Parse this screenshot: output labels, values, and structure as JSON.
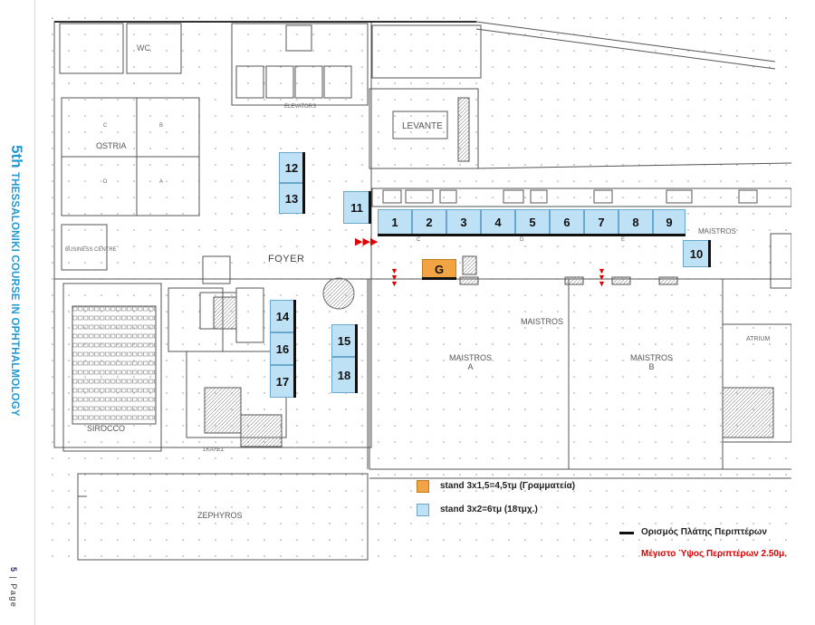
{
  "sidebar": {
    "number": "5th",
    "title": "THESSALONIKI COURSE IN OPHTHALMOLOGY",
    "page_number": "5",
    "page_sep": "|",
    "page_word": "Page"
  },
  "rooms": {
    "ostria": "OSTRIA",
    "levante": "LEVANTE",
    "foyer": "FOYER",
    "maistros": "MAISTROS",
    "maistros_a_1": "MAISTROS",
    "maistros_a_2": "A",
    "maistros_b_1": "MAISTROS",
    "maistros_b_2": "B",
    "maistros_right": "MAISTROS",
    "sirocco": "SIROCCO",
    "zephyros": "ZEPHYROS",
    "atrium": "ATRIUM",
    "elevators": "ELEVATORS",
    "wc": "WC",
    "business_centre": "BUSINESS CENTRE",
    "stairs": "ΣΚΑΛΕΣ",
    "zone_c": "C",
    "zone_d": "D",
    "zone_e": "E",
    "ostria_c": "C",
    "ostria_b": "B",
    "ostria_d": "D",
    "ostria_a": "A"
  },
  "stands": [
    {
      "id": "1",
      "type": "blue"
    },
    {
      "id": "2",
      "type": "blue"
    },
    {
      "id": "3",
      "type": "blue"
    },
    {
      "id": "4",
      "type": "blue"
    },
    {
      "id": "5",
      "type": "blue"
    },
    {
      "id": "6",
      "type": "blue"
    },
    {
      "id": "7",
      "type": "blue"
    },
    {
      "id": "8",
      "type": "blue"
    },
    {
      "id": "9",
      "type": "blue"
    },
    {
      "id": "10",
      "type": "blue"
    },
    {
      "id": "11",
      "type": "blue"
    },
    {
      "id": "12",
      "type": "blue"
    },
    {
      "id": "13",
      "type": "blue"
    },
    {
      "id": "14",
      "type": "blue"
    },
    {
      "id": "15",
      "type": "blue"
    },
    {
      "id": "16",
      "type": "blue"
    },
    {
      "id": "17",
      "type": "blue"
    },
    {
      "id": "18",
      "type": "blue"
    },
    {
      "id": "G",
      "type": "orange"
    }
  ],
  "legend": {
    "orange_label": "stand 3x1,5=4,5τμ (Γραμματεία)",
    "blue_label": "stand 3x2=6τμ (18τμχ.)",
    "width_label": "Ορισμός Πλάτης Περιπτέρων",
    "max_height_label": "Μέγιστο Ύψος Περιπτέρων 2.50μ."
  },
  "colors": {
    "blue_stand": "#bfe1f6",
    "orange_stand": "#f2a445",
    "arrow_red": "#e00000",
    "title_blue": "#1e9ad6"
  }
}
